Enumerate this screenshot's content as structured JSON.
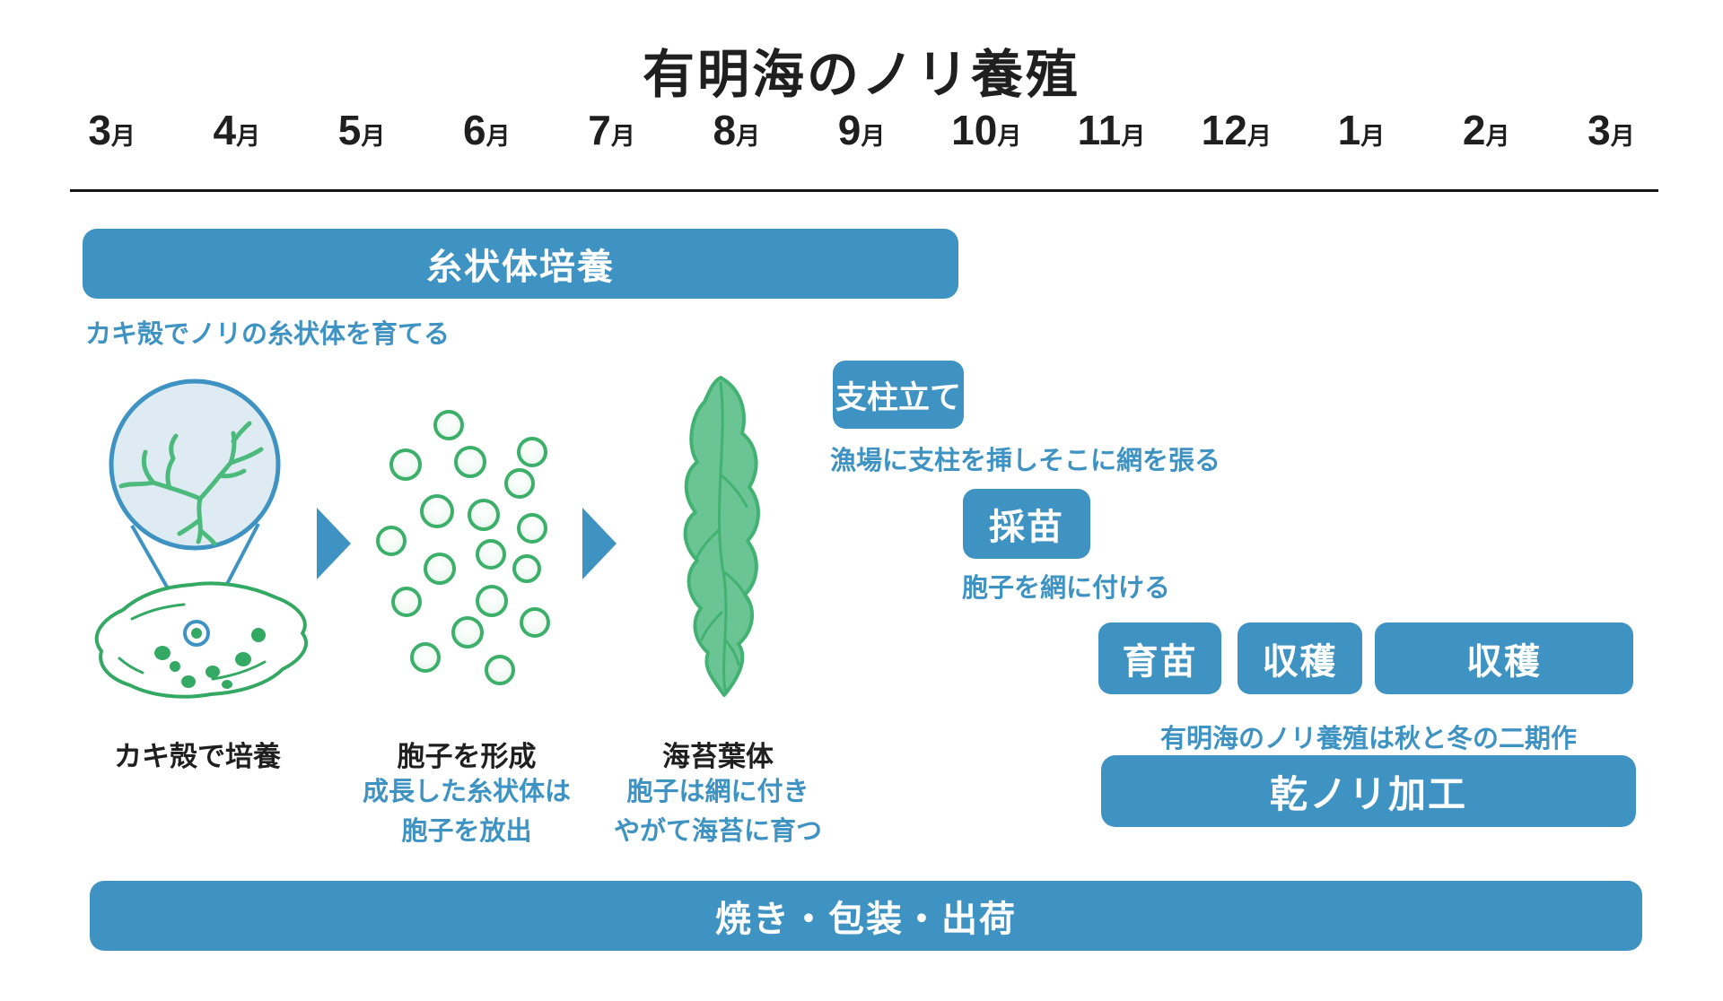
{
  "title": "有明海のノリ養殖",
  "timeline": {
    "months": [
      "3月",
      "4月",
      "5月",
      "6月",
      "7月",
      "8月",
      "9月",
      "10月",
      "11月",
      "12月",
      "1月",
      "2月",
      "3月"
    ]
  },
  "stages": {
    "shijotai": {
      "label": "糸状体培養",
      "caption": "カキ殻でノリの糸状体を育てる",
      "span": "3月-10月"
    },
    "shichu": {
      "label": "支柱立て",
      "caption": "漁場に支柱を挿しそこに網を張る",
      "span": "9月"
    },
    "saibyo": {
      "label": "採苗",
      "caption": "胞子を網に付ける",
      "span": "10月"
    },
    "ikubyo": {
      "label": "育苗",
      "span": "11月"
    },
    "shukaku1": {
      "label": "収穫",
      "span": "11月-12月"
    },
    "shukaku2": {
      "label": "収穫",
      "span": "12月-2月"
    },
    "nikisaku_note": "有明海のノリ養殖は秋と冬の二期作",
    "kannori": {
      "label": "乾ノリ加工",
      "span": "11月-3月"
    },
    "yaki": {
      "label": "焼き・包装・出荷",
      "span": "3月-3月"
    }
  },
  "illustrations": {
    "oyster": {
      "caption": "カキ殻で培養"
    },
    "spores": {
      "caption": "胞子を形成",
      "note_line1": "成長した糸状体は",
      "note_line2": "胞子を放出"
    },
    "leaf": {
      "caption": "海苔葉体",
      "note_line1": "胞子は網に付き",
      "note_line2": "やがて海苔に育つ"
    }
  },
  "colors": {
    "accent_blue": "#3E93C2",
    "light_blue": "#DEEBF3",
    "green": "#33A963",
    "filament_green": "#4CBA7D",
    "spore_stroke": "#3CB06A",
    "leaf_fill": "#6BC493",
    "leaf_line": "#42B273",
    "text_black": "#1F1F1F"
  }
}
